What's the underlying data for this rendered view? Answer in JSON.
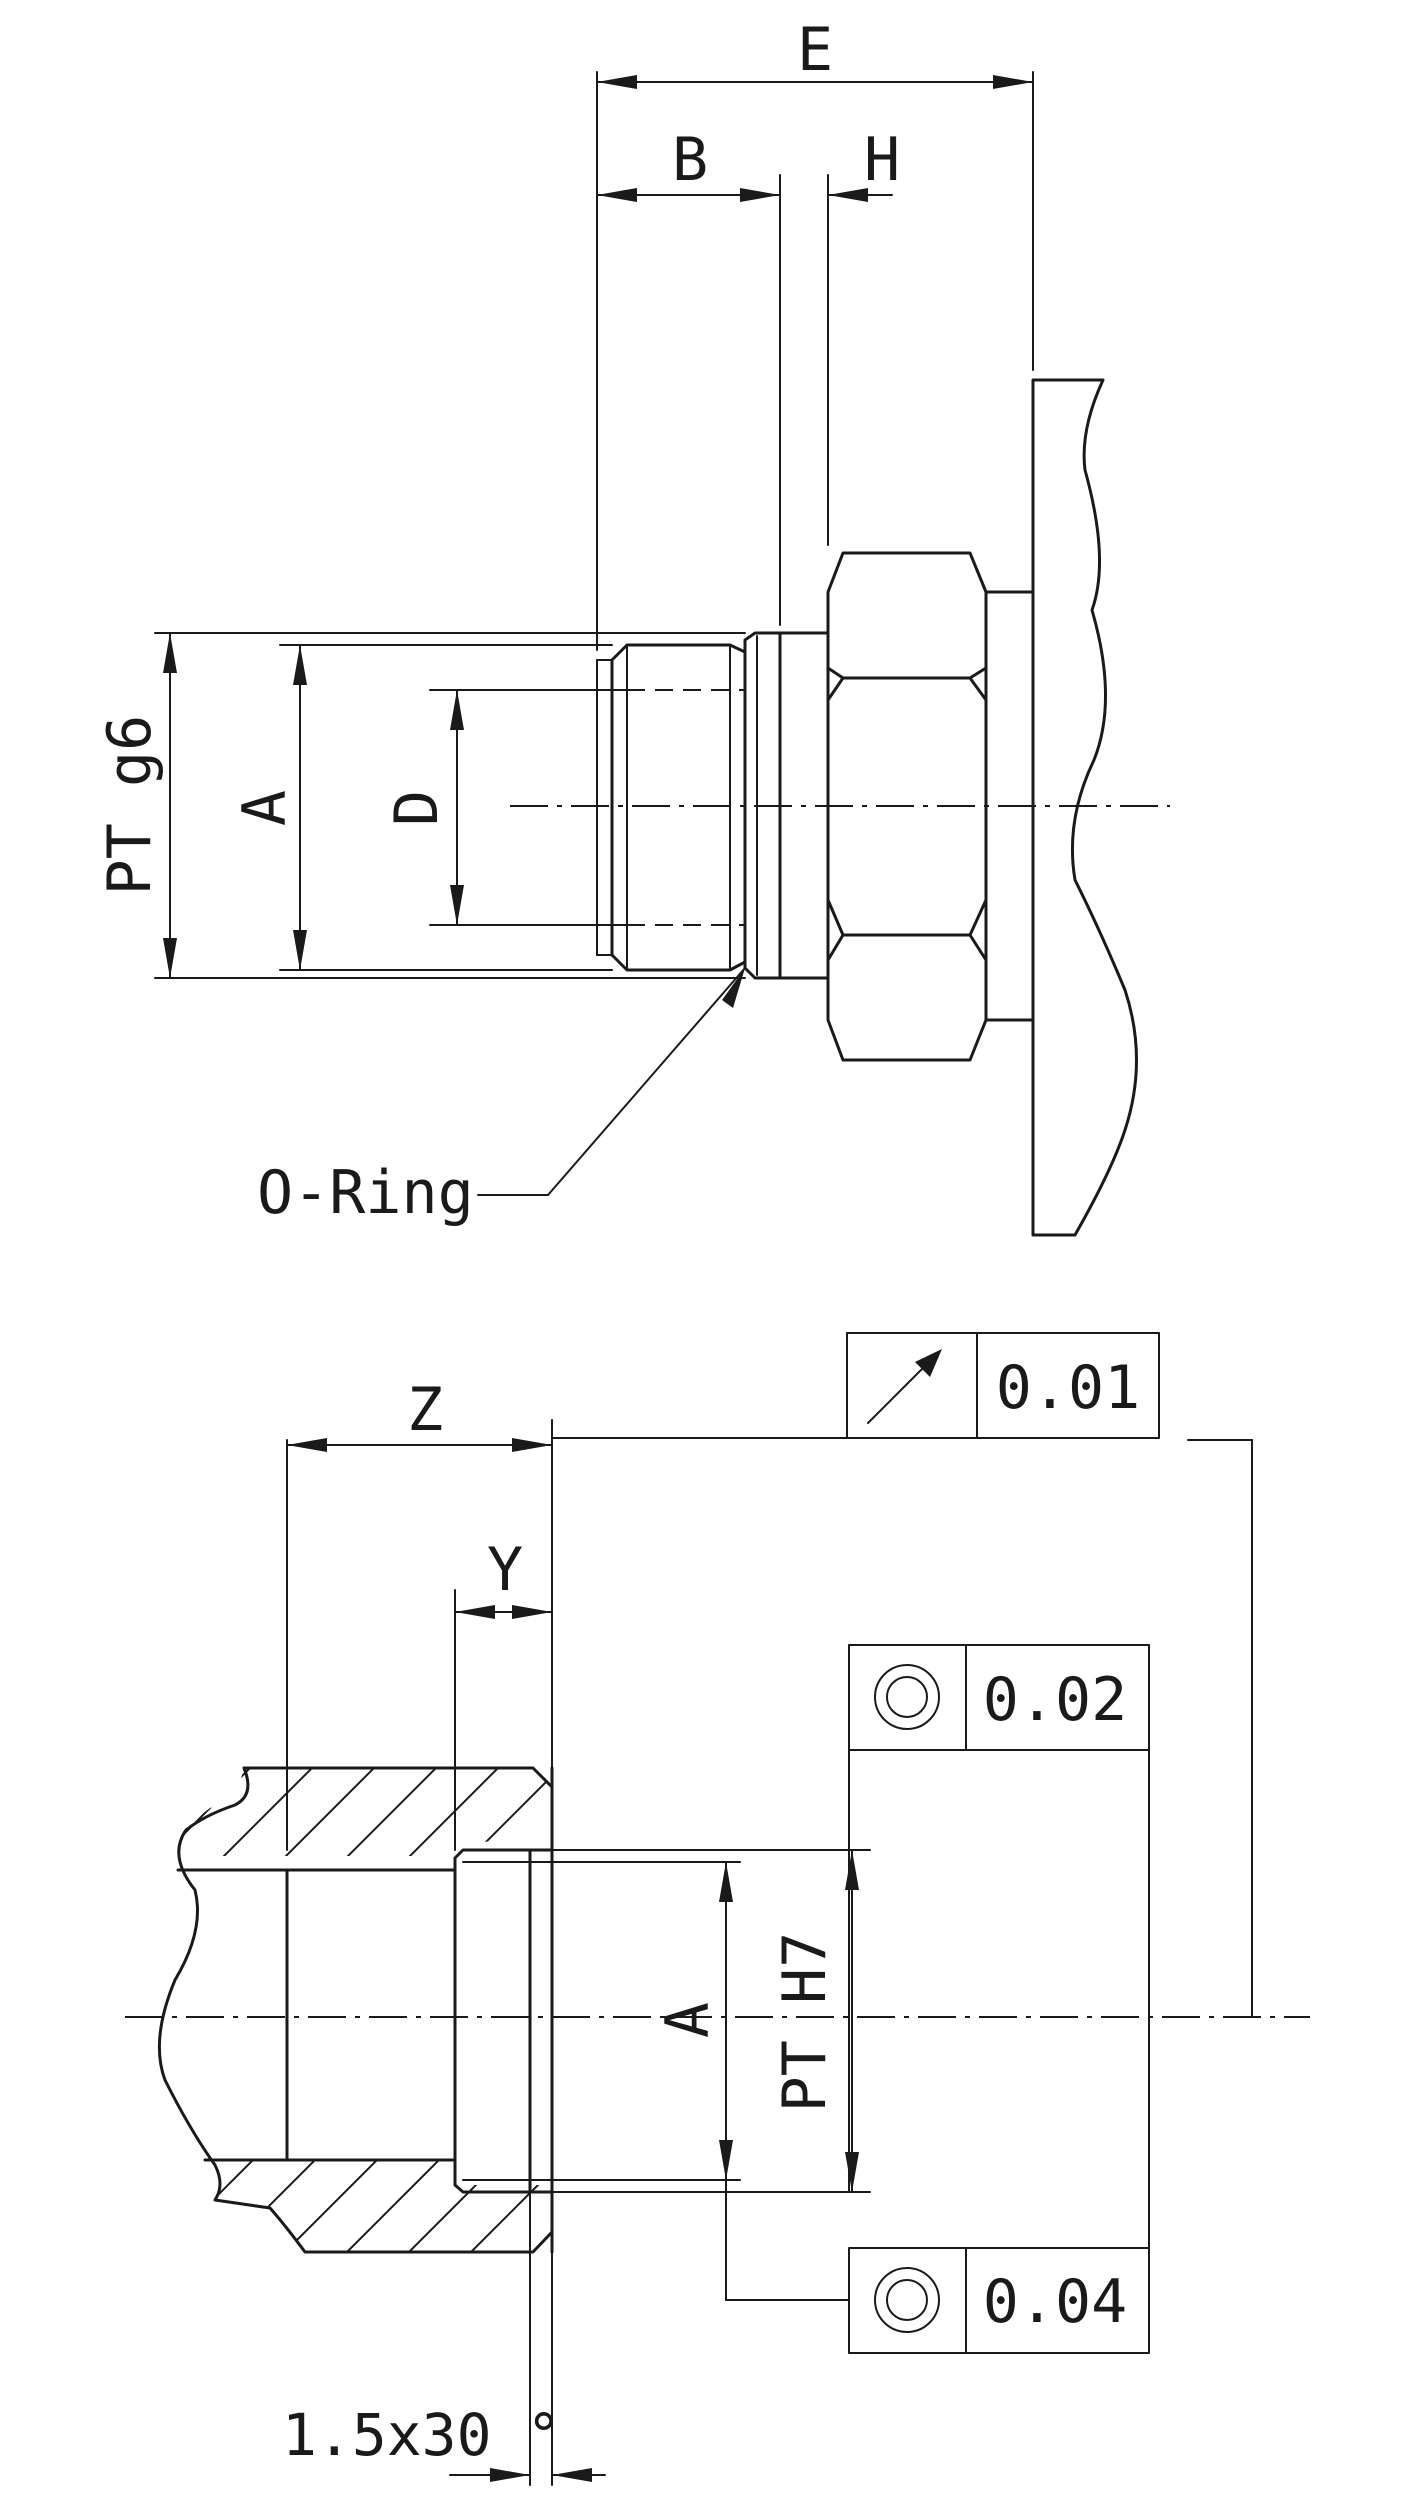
{
  "dimensions": {
    "E": "E",
    "B": "B",
    "H": "H",
    "PT_g6": "PT g6",
    "A_top": "A",
    "D": "D",
    "Z": "Z",
    "Y": "Y",
    "A_bottom": "A",
    "PT_H7": "PT H7",
    "chamfer": "1.5x30 °"
  },
  "callouts": {
    "o_ring": "O-Ring"
  },
  "tolerances": {
    "runout": {
      "symbol": "runout-arrow-icon",
      "value": "0.01"
    },
    "concentricity_1": {
      "symbol": "concentricity-icon",
      "value": "0.02"
    },
    "concentricity_2": {
      "symbol": "concentricity-icon",
      "value": "0.04"
    }
  }
}
